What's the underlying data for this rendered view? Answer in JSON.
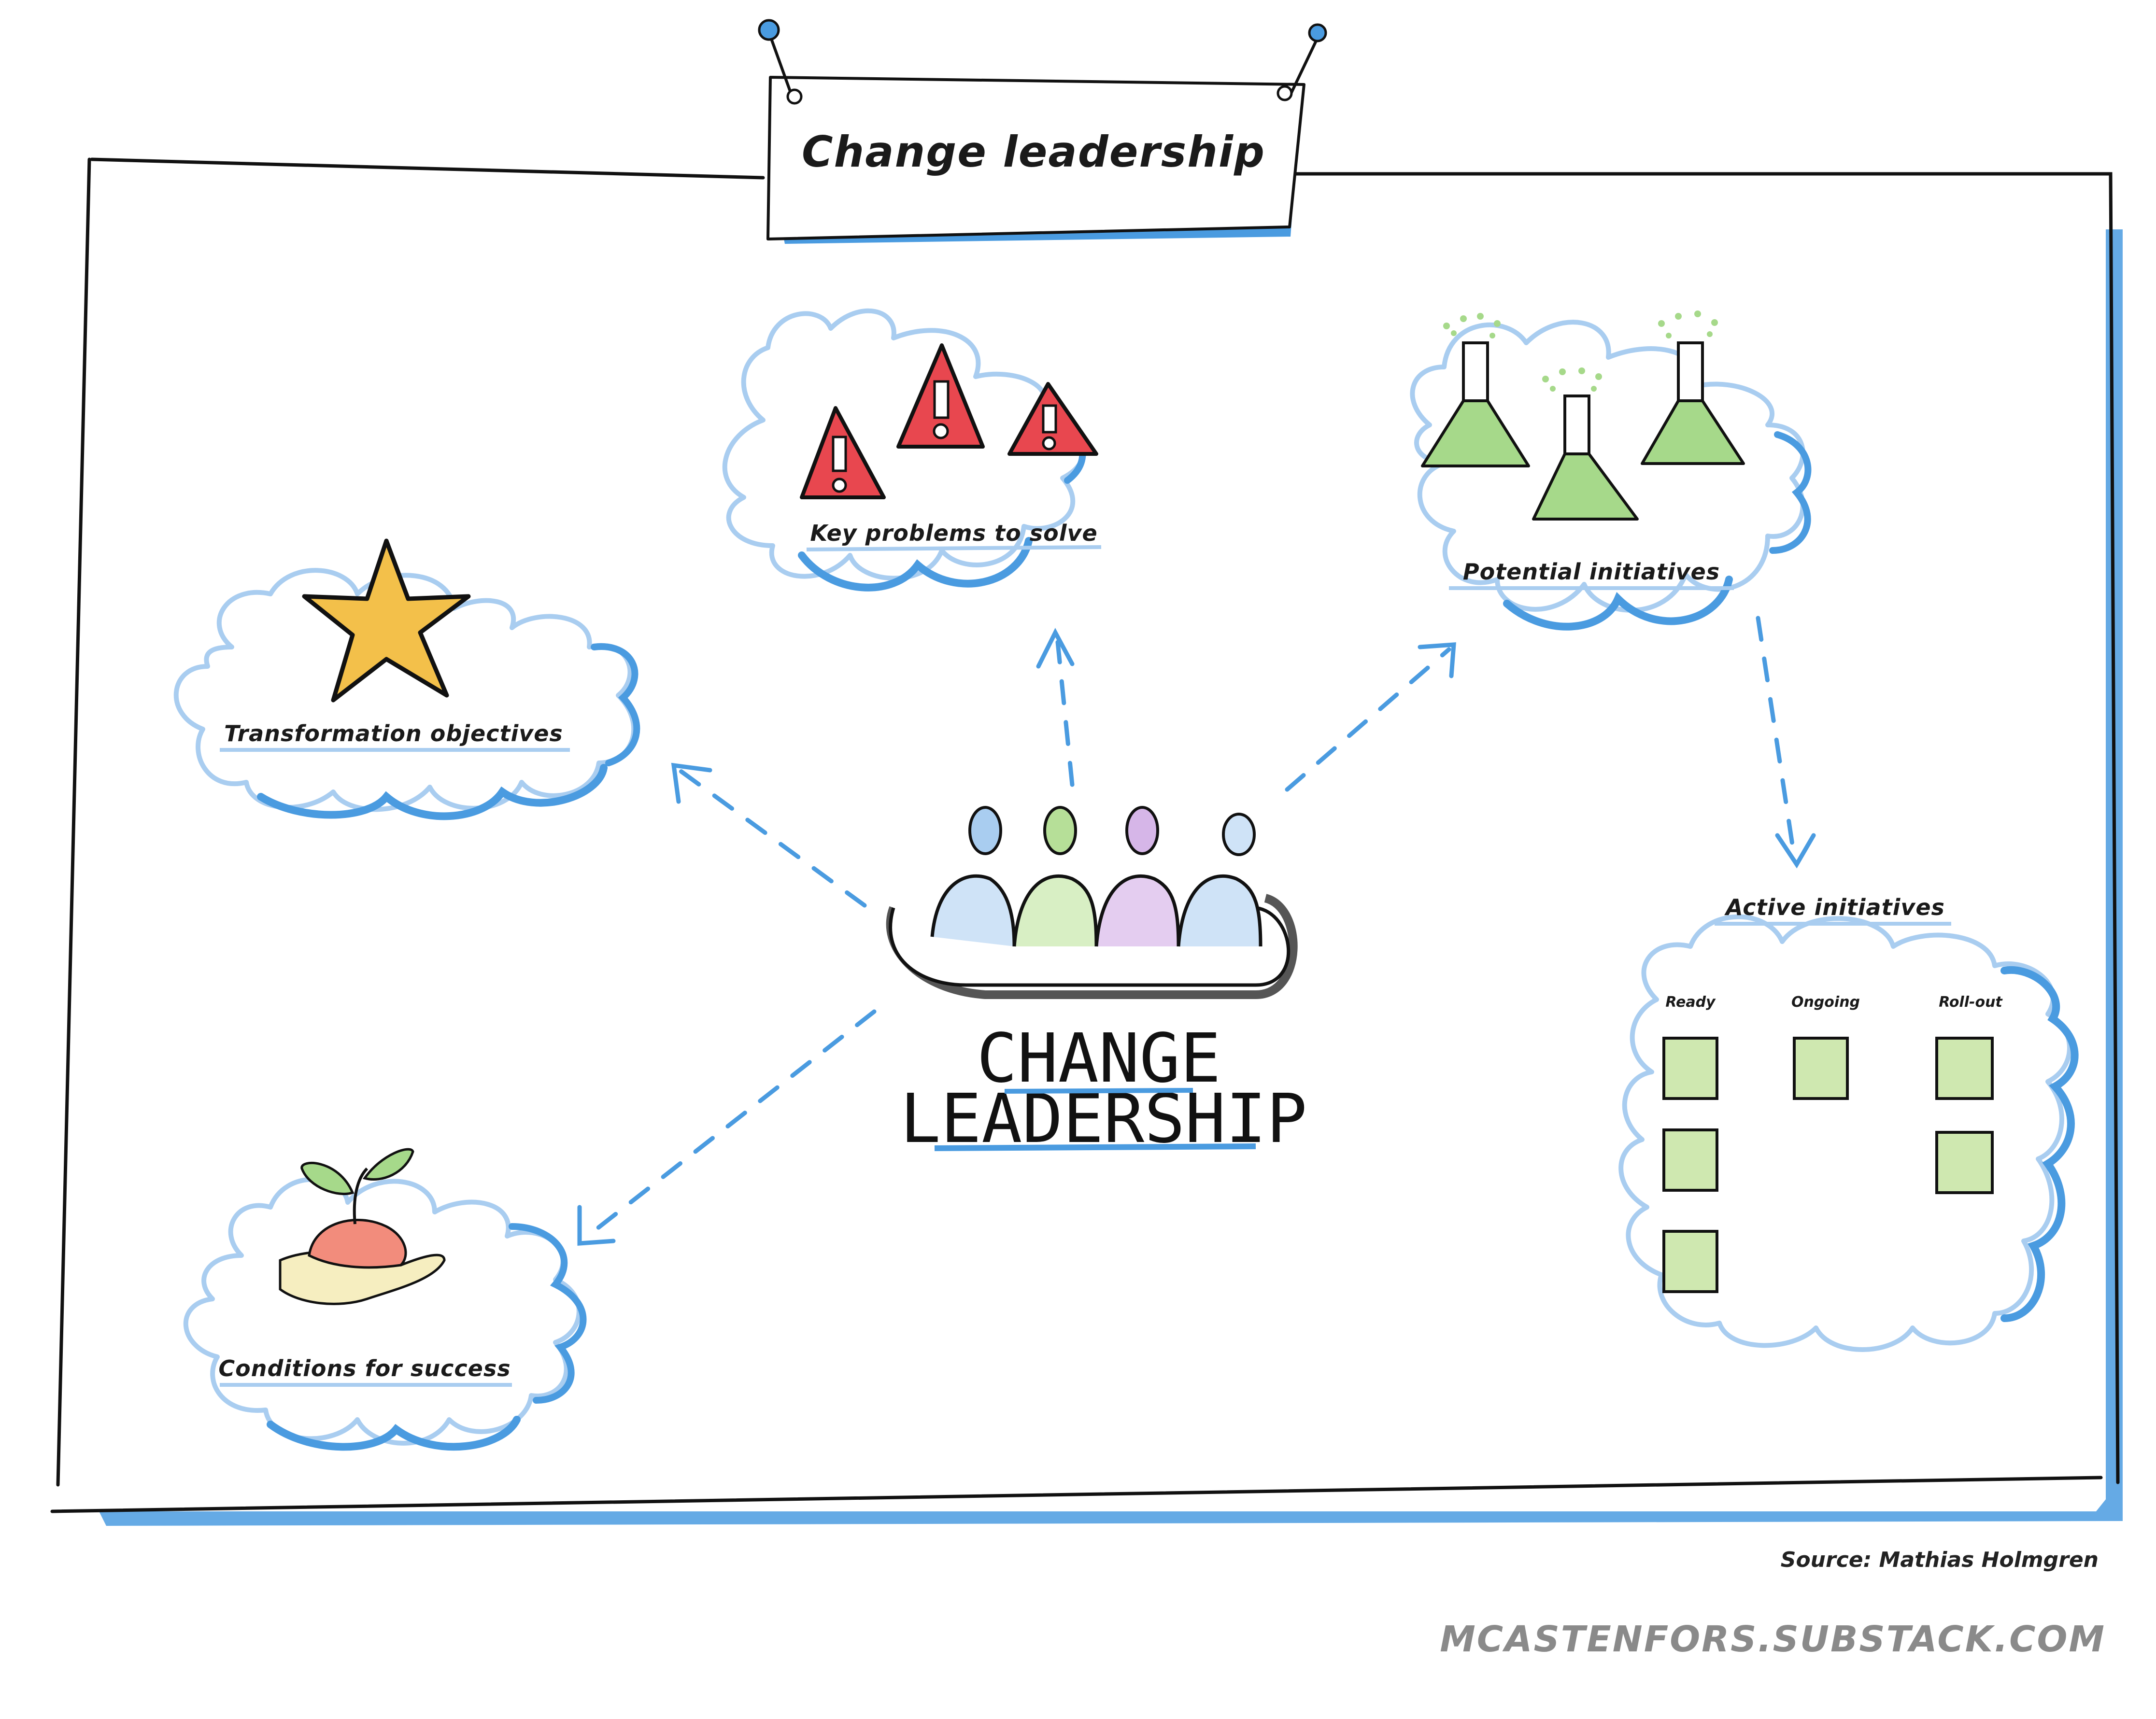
{
  "title": "Change leadership",
  "center": {
    "line1": "CHANGE",
    "line2": "LEADERSHIP"
  },
  "nodes": {
    "transformation": "Transformation objectives",
    "problems": "Key problems to solve",
    "potential": "Potential initiatives",
    "conditions": "Conditions for success",
    "active": "Active initiatives"
  },
  "active_columns": [
    "Ready",
    "Ongoing",
    "Roll-out"
  ],
  "source": "Source: Mathias Holmgren",
  "site": "MCASTENFORS.SUBSTACK.COM",
  "colors": {
    "accent_blue": "#4a9be0",
    "light_blue": "#a9cdf0",
    "warning_red": "#e8474f",
    "star_yellow": "#f3c04a",
    "flask_green": "#a6d98a",
    "card_green": "#cfe8b0"
  }
}
